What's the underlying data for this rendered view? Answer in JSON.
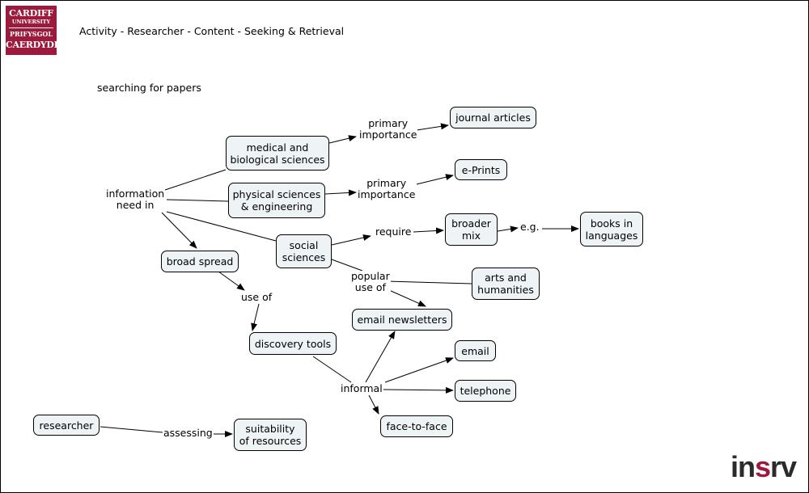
{
  "header": {
    "logo_lines": [
      "CARDIFF",
      "UNIVERSITY",
      "PRIFYSGOL",
      "CAERDYDD"
    ],
    "title": "Activity - Researcher - Content - Seeking & Retrieval",
    "subtitle": "searching for papers"
  },
  "nodes": {
    "journal_articles": "journal articles",
    "medical_bio": "medical and\nbiological sciences",
    "eprints": "e-Prints",
    "physical_eng": "physical sciences\n& engineering",
    "broader_mix": "broader\nmix",
    "books_languages": "books in\nlanguages",
    "social_sciences": "social\nsciences",
    "broad_spread": "broad spread",
    "arts_humanities": "arts and\nhumanities",
    "email_newsletters": "email newsletters",
    "discovery_tools": "discovery tools",
    "email": "email",
    "telephone": "telephone",
    "face_to_face": "face-to-face",
    "researcher": "researcher",
    "suitability": "suitability\nof resources"
  },
  "labels": {
    "information_need": "information\nneed in",
    "primary_importance_1": "primary\nimportance",
    "primary_importance_2": "primary\nimportance",
    "require": "require",
    "eg": "e.g.",
    "popular_use": "popular\nuse of",
    "use_of": "use of",
    "informal": "informal",
    "assessing": "assessing"
  },
  "brand": {
    "prefix": "in",
    "accent": "s",
    "suffix": "rv",
    "accent_color": "#9c1b3c"
  },
  "colors": {
    "node_fill": "#eef3f6",
    "logo_red": "#9c1b3c"
  }
}
